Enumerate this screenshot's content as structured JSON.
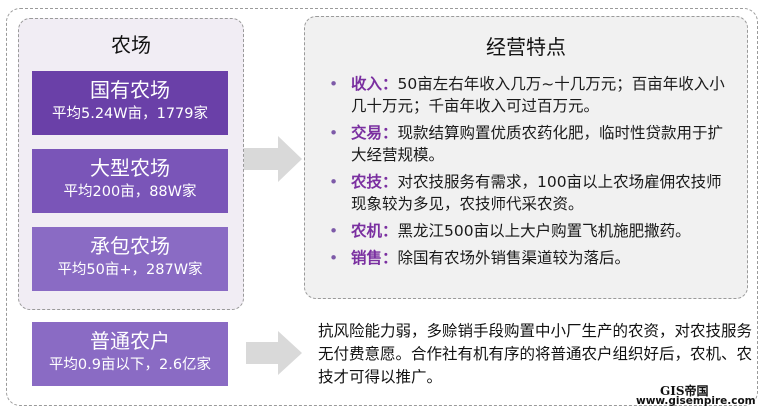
{
  "farms": {
    "title": "农场",
    "items": [
      {
        "name": "国有农场",
        "detail": "平均5.24W亩，1779家"
      },
      {
        "name": "大型农场",
        "detail": "平均200亩，88W家"
      },
      {
        "name": "承包农场",
        "detail": "平均50亩+，287W家"
      }
    ]
  },
  "features": {
    "title": "经营特点",
    "items": [
      {
        "key": "收入：",
        "text": "50亩左右年收入几万~十几万元；百亩年收入小几十万元；千亩年收入可过百万元。"
      },
      {
        "key": "交易：",
        "text": "现款结算购置优质农药化肥，临时性贷款用于扩大经营规模。"
      },
      {
        "key": "农技：",
        "text": "对农技服务有需求，100亩以上农场雇佣农技师现象较为多见，农技师代采农资。"
      },
      {
        "key": "农机：",
        "text": "黑龙江500亩以上大户购置飞机施肥撒药。"
      },
      {
        "key": "销售：",
        "text": "除国有农场外销售渠道较为落后。"
      }
    ]
  },
  "common_farmer": {
    "name": "普通农户",
    "detail": "平均0.9亩以下，2.6亿家",
    "description": "抗风险能力弱，多赊销手段购置中小厂生产的农资，对农技服务无付费意愿。合作社有机有序的将普通农户组织好后，农机、农技才可得以推广。"
  },
  "watermark": {
    "logo": "GIS帝国",
    "url": "www.gisempire.com"
  },
  "colors": {
    "purple_dark": "#6a40a8",
    "purple_mid": "#7a55b8",
    "purple_light": "#8a6bc4",
    "accent_text": "#7a2fa0",
    "arrow_gray": "#d9d9d9"
  }
}
